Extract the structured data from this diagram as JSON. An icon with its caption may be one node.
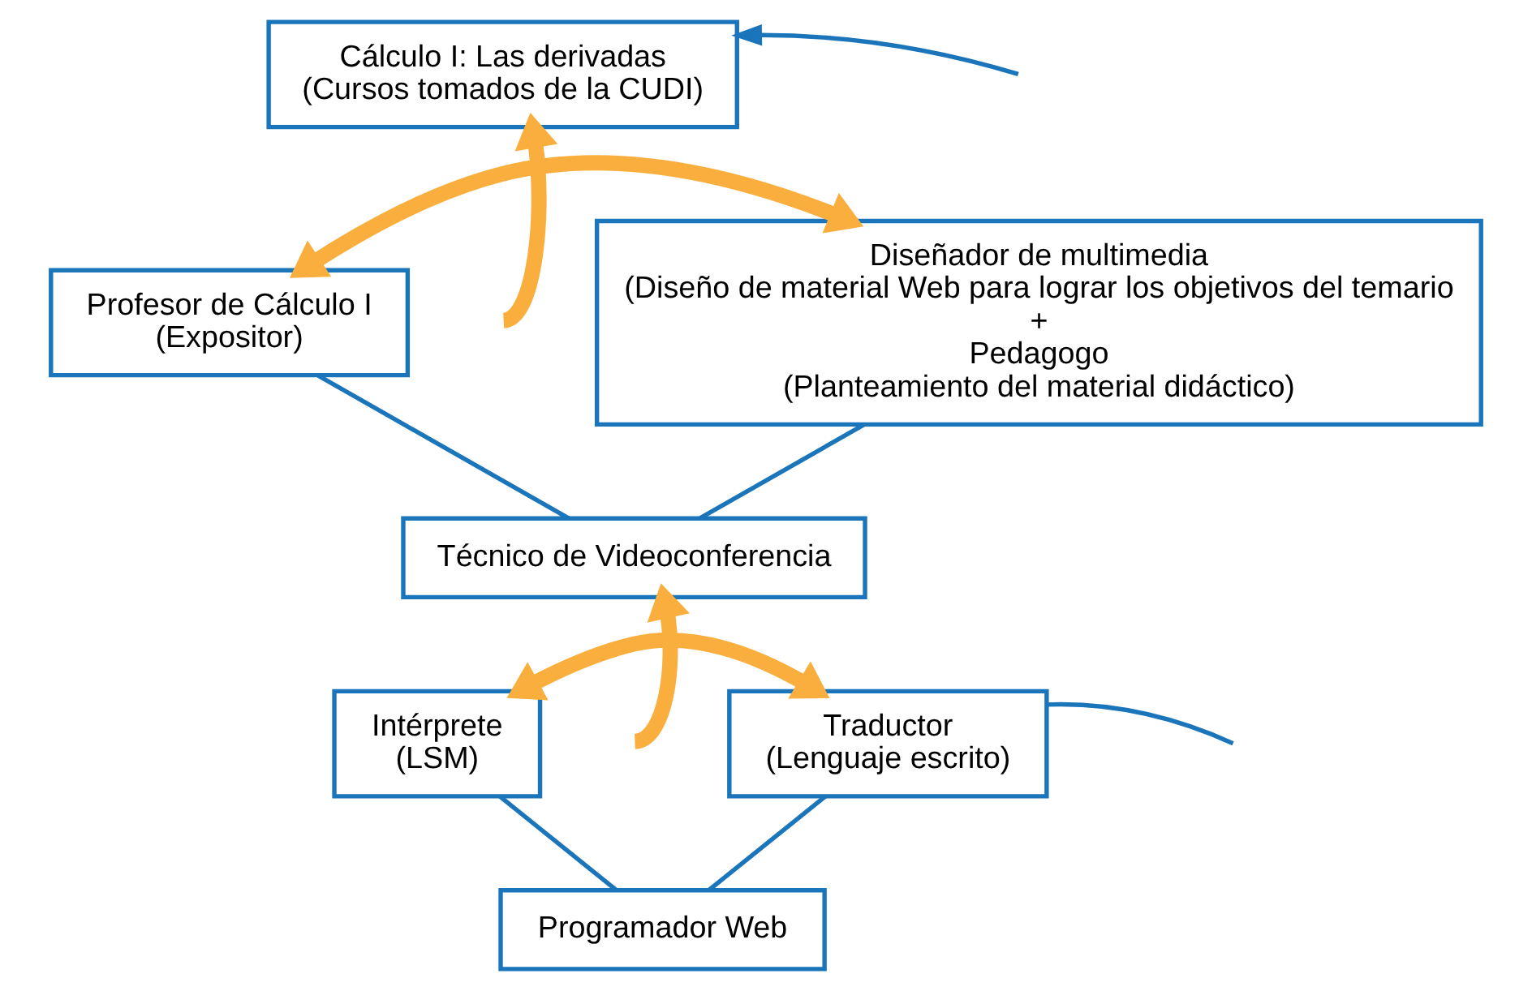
{
  "diagram": {
    "nodes": [
      {
        "text": [
          "Cálculo I: Las derivadas",
          "(Cursos tomados de la CUDI)"
        ]
      },
      {
        "text": [
          "Profesor de Cálculo I",
          "(Expositor)"
        ]
      },
      {
        "text": [
          "Diseñador de multimedia",
          "(Diseño de material Web para lograr los objetivos del temario",
          "+",
          "Pedagogo",
          "(Planteamiento del material didáctico)"
        ]
      },
      {
        "text": [
          "Técnico de Videoconferencia"
        ]
      },
      {
        "text": [
          "Intérprete",
          "(LSM)"
        ]
      },
      {
        "text": [
          "Traductor",
          "(Lenguaje escrito)"
        ]
      },
      {
        "text": [
          "Programador Web"
        ]
      }
    ],
    "edges": [
      {
        "from": null,
        "to": 0,
        "arrow": "to"
      },
      {
        "from": 1,
        "to": 2,
        "arrow": "both",
        "style": "thick",
        "color": "#f9ae3d"
      },
      {
        "from": null,
        "to": 0,
        "arrow": "to",
        "style": "thick",
        "color": "#f9ae3d"
      },
      {
        "from": 1,
        "to": 3,
        "arrow": "none"
      },
      {
        "from": 2,
        "to": 3,
        "arrow": "none"
      },
      {
        "from": 4,
        "to": 5,
        "arrow": "both",
        "style": "thick",
        "color": "#f9ae3d"
      },
      {
        "from": null,
        "to": 3,
        "arrow": "to",
        "style": "thick",
        "color": "#f9ae3d"
      },
      {
        "from": 4,
        "to": 6,
        "arrow": "none"
      },
      {
        "from": 5,
        "to": 6,
        "arrow": "none"
      },
      {
        "from": 5,
        "to": null,
        "arrow": "none"
      }
    ]
  }
}
